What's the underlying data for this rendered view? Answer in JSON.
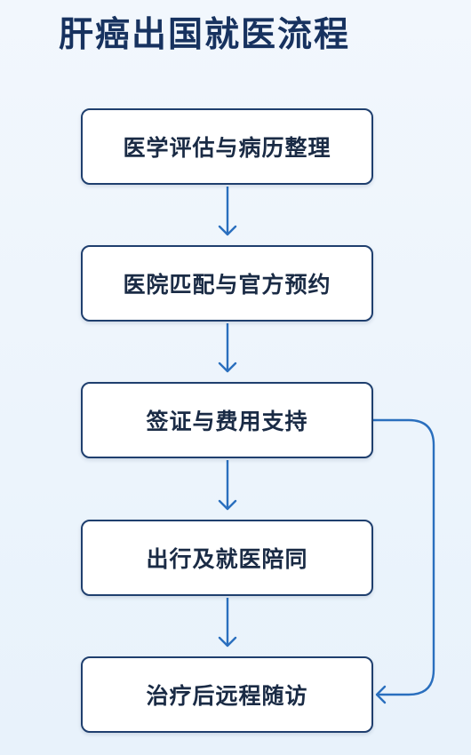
{
  "title": "肝癌出国就医流程",
  "steps": [
    {
      "label": "医学评估与病历整理"
    },
    {
      "label": "医院匹配与官方预约"
    },
    {
      "label": "签证与费用支持"
    },
    {
      "label": "出行及就医陪同"
    },
    {
      "label": "治疗后远程随访"
    }
  ],
  "colors": {
    "title": "#17325f",
    "box_border": "#1f3f6e",
    "arrow": "#2a6fbe"
  }
}
